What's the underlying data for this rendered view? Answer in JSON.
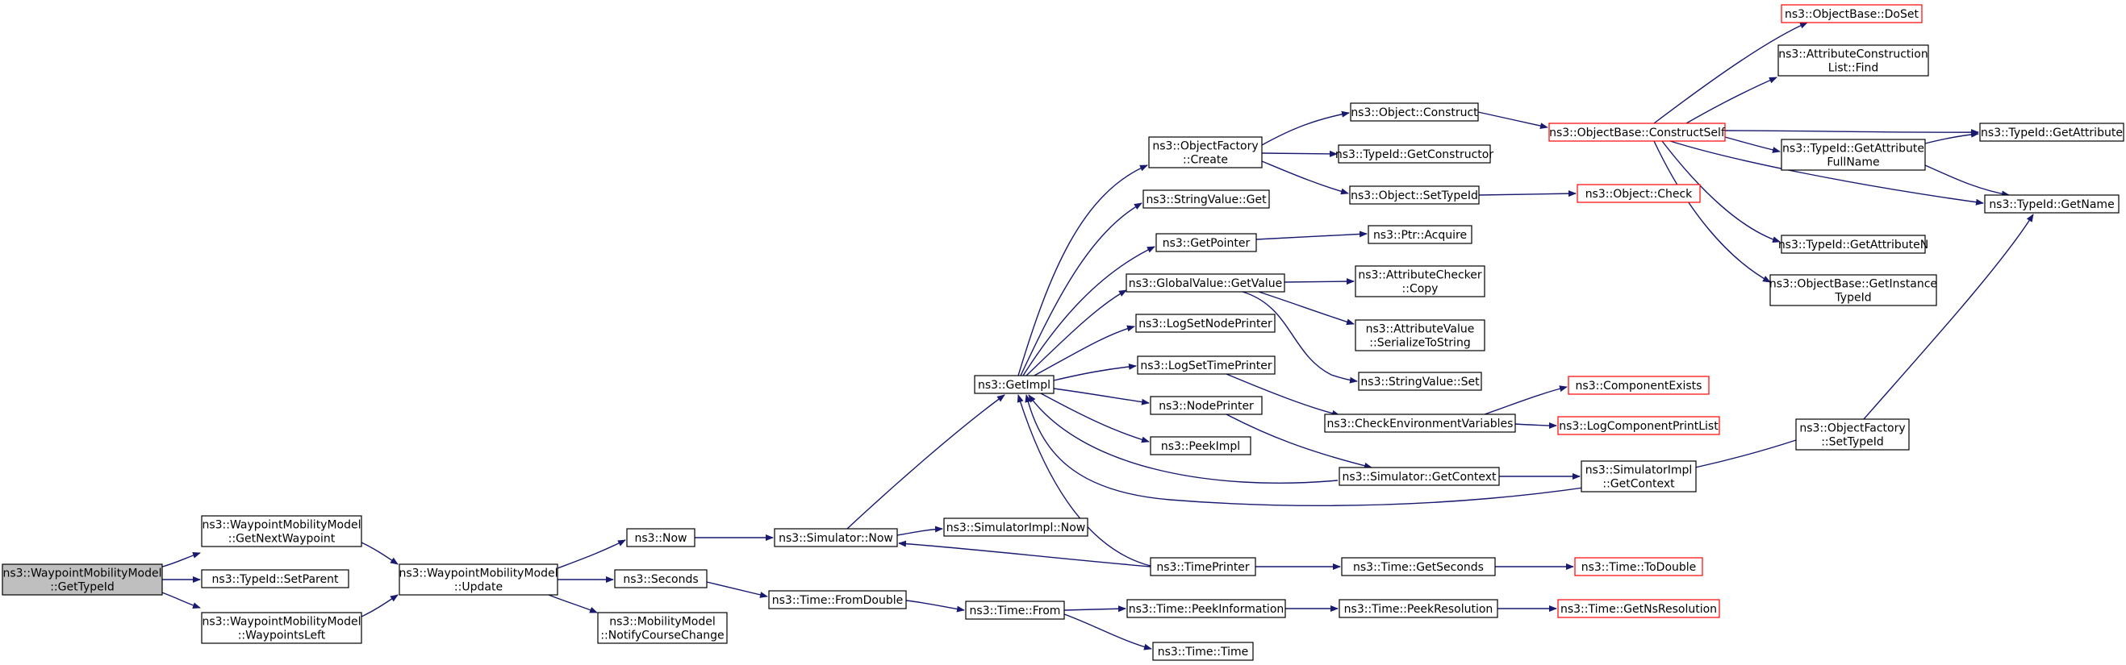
{
  "diagram": {
    "edge_color": "#191970",
    "default_border": "#000000",
    "truncated_border": "#ff0000",
    "root_fill": "#bfbfbf",
    "nodes": [
      {
        "id": "getTypeId",
        "lines": [
          "ns3::WaypointMobilityModel",
          "::GetTypeId"
        ],
        "style": "root"
      },
      {
        "id": "getNextWaypoint",
        "lines": [
          "ns3::WaypointMobilityModel",
          "::GetNextWaypoint"
        ],
        "style": "normal"
      },
      {
        "id": "setParent",
        "lines": [
          "ns3::TypeId::SetParent"
        ],
        "style": "normal"
      },
      {
        "id": "waypointsLeft",
        "lines": [
          "ns3::WaypointMobilityModel",
          "::WaypointsLeft"
        ],
        "style": "normal"
      },
      {
        "id": "update",
        "lines": [
          "ns3::WaypointMobilityModel",
          "::Update"
        ],
        "style": "normal"
      },
      {
        "id": "now",
        "lines": [
          "ns3::Now"
        ],
        "style": "normal"
      },
      {
        "id": "seconds",
        "lines": [
          "ns3::Seconds"
        ],
        "style": "normal"
      },
      {
        "id": "notifyCourseChange",
        "lines": [
          "ns3::MobilityModel",
          "::NotifyCourseChange"
        ],
        "style": "normal"
      },
      {
        "id": "simNow",
        "lines": [
          "ns3::Simulator::Now"
        ],
        "style": "normal"
      },
      {
        "id": "fromDouble",
        "lines": [
          "ns3::Time::FromDouble"
        ],
        "style": "normal"
      },
      {
        "id": "simImplNow",
        "lines": [
          "ns3::SimulatorImpl::Now"
        ],
        "style": "normal"
      },
      {
        "id": "getImpl",
        "lines": [
          "ns3::GetImpl"
        ],
        "style": "normal"
      },
      {
        "id": "timeFrom",
        "lines": [
          "ns3::Time::From"
        ],
        "style": "normal"
      },
      {
        "id": "objFactoryCreate",
        "lines": [
          "ns3::ObjectFactory",
          "::Create"
        ],
        "style": "normal"
      },
      {
        "id": "stringValueGet",
        "lines": [
          "ns3::StringValue::Get"
        ],
        "style": "normal"
      },
      {
        "id": "getPointer",
        "lines": [
          "ns3::GetPointer"
        ],
        "style": "normal"
      },
      {
        "id": "globalValueGetValue",
        "lines": [
          "ns3::GlobalValue::GetValue"
        ],
        "style": "normal"
      },
      {
        "id": "logSetNodePrinter",
        "lines": [
          "ns3::LogSetNodePrinter"
        ],
        "style": "normal"
      },
      {
        "id": "logSetTimePrinter",
        "lines": [
          "ns3::LogSetTimePrinter"
        ],
        "style": "normal"
      },
      {
        "id": "nodePrinter",
        "lines": [
          "ns3::NodePrinter"
        ],
        "style": "normal"
      },
      {
        "id": "peekImpl",
        "lines": [
          "ns3::PeekImpl"
        ],
        "style": "normal"
      },
      {
        "id": "timePrinter",
        "lines": [
          "ns3::TimePrinter"
        ],
        "style": "normal"
      },
      {
        "id": "peekInformation",
        "lines": [
          "ns3::Time::PeekInformation"
        ],
        "style": "normal"
      },
      {
        "id": "timeTime",
        "lines": [
          "ns3::Time::Time"
        ],
        "style": "normal"
      },
      {
        "id": "objectConstruct",
        "lines": [
          "ns3::Object::Construct"
        ],
        "style": "normal"
      },
      {
        "id": "getConstructor",
        "lines": [
          "ns3::TypeId::GetConstructor"
        ],
        "style": "normal"
      },
      {
        "id": "objectSetTypeId",
        "lines": [
          "ns3::Object::SetTypeId"
        ],
        "style": "normal"
      },
      {
        "id": "ptrAcquire",
        "lines": [
          "ns3::Ptr::Acquire"
        ],
        "style": "normal"
      },
      {
        "id": "attrCheckerCopy",
        "lines": [
          "ns3::AttributeChecker",
          "::Copy"
        ],
        "style": "normal"
      },
      {
        "id": "attrValueSerialize",
        "lines": [
          "ns3::AttributeValue",
          "::SerializeToString"
        ],
        "style": "normal"
      },
      {
        "id": "stringValueSet",
        "lines": [
          "ns3::StringValue::Set"
        ],
        "style": "normal"
      },
      {
        "id": "checkEnvVars",
        "lines": [
          "ns3::CheckEnvironmentVariables"
        ],
        "style": "normal"
      },
      {
        "id": "simGetContext",
        "lines": [
          "ns3::Simulator::GetContext"
        ],
        "style": "normal"
      },
      {
        "id": "timeGetSeconds",
        "lines": [
          "ns3::Time::GetSeconds"
        ],
        "style": "normal"
      },
      {
        "id": "peekResolution",
        "lines": [
          "ns3::Time::PeekResolution"
        ],
        "style": "normal"
      },
      {
        "id": "constructSelf",
        "lines": [
          "ns3::ObjectBase::ConstructSelf"
        ],
        "style": "red"
      },
      {
        "id": "objectCheck",
        "lines": [
          "ns3::Object::Check"
        ],
        "style": "red"
      },
      {
        "id": "componentExists",
        "lines": [
          "ns3::ComponentExists"
        ],
        "style": "red"
      },
      {
        "id": "logComponentPrintList",
        "lines": [
          "ns3::LogComponentPrintList"
        ],
        "style": "red"
      },
      {
        "id": "simImplGetContext",
        "lines": [
          "ns3::SimulatorImpl",
          "::GetContext"
        ],
        "style": "normal"
      },
      {
        "id": "toDouble",
        "lines": [
          "ns3::Time::ToDouble"
        ],
        "style": "red"
      },
      {
        "id": "getNsResolution",
        "lines": [
          "ns3::Time::GetNsResolution"
        ],
        "style": "red"
      },
      {
        "id": "objectFactorySetTypeId",
        "lines": [
          "ns3::ObjectFactory",
          "::SetTypeId"
        ],
        "style": "normal"
      },
      {
        "id": "doSet",
        "lines": [
          "ns3::ObjectBase::DoSet"
        ],
        "style": "red"
      },
      {
        "id": "attrConstructionFind",
        "lines": [
          "ns3::AttributeConstruction",
          "List::Find"
        ],
        "style": "normal"
      },
      {
        "id": "getAttributeFullName",
        "lines": [
          "ns3::TypeId::GetAttribute",
          "FullName"
        ],
        "style": "normal"
      },
      {
        "id": "getAttributeN",
        "lines": [
          "ns3::TypeId::GetAttributeN"
        ],
        "style": "normal"
      },
      {
        "id": "getInstanceTypeId",
        "lines": [
          "ns3::ObjectBase::GetInstance",
          "TypeId"
        ],
        "style": "normal"
      },
      {
        "id": "getAttribute",
        "lines": [
          "ns3::TypeId::GetAttribute"
        ],
        "style": "normal"
      },
      {
        "id": "getName",
        "lines": [
          "ns3::TypeId::GetName"
        ],
        "style": "normal"
      }
    ]
  }
}
